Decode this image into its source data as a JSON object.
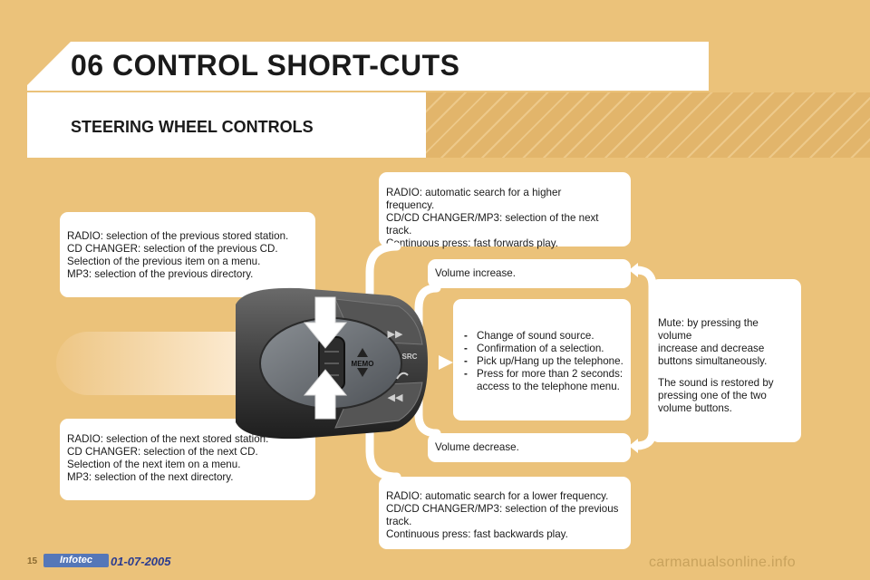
{
  "page": {
    "title": "06 CONTROL SHORT-CUTS",
    "subtitle": "STEERING WHEEL CONTROLS"
  },
  "boxes": {
    "prev": [
      "RADIO: selection of the previous stored station.",
      "CD CHANGER: selection of the previous CD.",
      "Selection of the previous item on a menu.",
      "MP3: selection of the previous directory."
    ],
    "next": [
      "RADIO: selection of the next stored station.",
      "CD CHANGER: selection of the next CD.",
      "Selection of the next item on a menu.",
      "MP3: selection of the next directory."
    ],
    "seek_up": [
      "RADIO: automatic search for a higher",
      "frequency.",
      "CD/CD CHANGER/MP3: selection of the next track.",
      "Continuous press: fast forwards play."
    ],
    "seek_down": [
      "RADIO: automatic search for a lower frequency.",
      "CD/CD CHANGER/MP3: selection of the previous",
      "track.",
      "Continuous press: fast backwards play."
    ],
    "volume_up": "Volume increase.",
    "volume_down": "Volume decrease.",
    "center_items": [
      "Change of sound source.",
      "Confirmation of a selection.",
      "Pick up/Hang up the telephone.",
      "Press for more than 2 seconds:",
      "access to the telephone menu."
    ],
    "mute": [
      "Mute: by pressing the volume",
      "increase and decrease",
      "buttons simultaneously.",
      "The sound is restored by",
      "pressing one of the two",
      "volume buttons."
    ]
  },
  "control_labels": {
    "memo": "MEMO",
    "src": "SRC"
  },
  "footer": {
    "page_number": "15",
    "logo_text": "Infotec",
    "date": "01-07-2005",
    "watermark": "carmanualsonline.info"
  },
  "colors": {
    "background": "#ebc27a",
    "panel": "#ffffff",
    "date_blue": "#2a3b8f",
    "logo_blue": "#5577b8"
  }
}
